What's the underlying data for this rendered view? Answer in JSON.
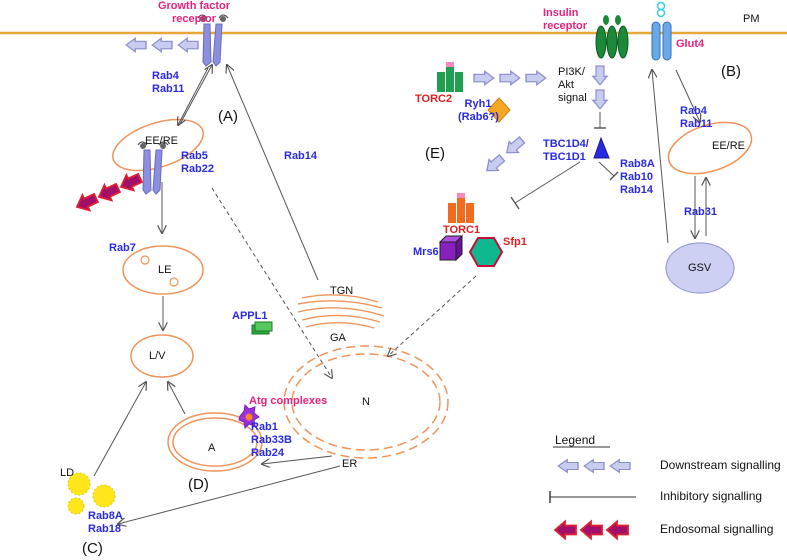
{
  "membrane_label": "PM",
  "receptors": {
    "growth_factor": [
      "Growth factor",
      "receptor"
    ],
    "insulin": [
      "Insulin",
      "receptor"
    ],
    "glut4": "Glut4"
  },
  "panels": {
    "a": "(A)",
    "b": "(B)",
    "c": "(C)",
    "d": "(D)",
    "e": "(E)"
  },
  "rabs": {
    "rab4_rab11_a": [
      "Rab4",
      "Rab11"
    ],
    "rab5_rab22": [
      "Rab5",
      "Rab22"
    ],
    "rab7": "Rab7",
    "rab14_tgn": "Rab14",
    "rab4_rab11_b": [
      "Rab4",
      "Rab11"
    ],
    "rab8a_10_14": [
      "Rab8A",
      "Rab10",
      "Rab14"
    ],
    "rab31": "Rab31",
    "atg_rabs": [
      "Rab1",
      "Rab33B",
      "Rab24"
    ],
    "ld_rabs": [
      "Rab8A",
      "Rab18"
    ]
  },
  "compartments": {
    "ee_re_a": "EE/RE",
    "le": "LE",
    "lv": "L/V",
    "a": "A",
    "ld": "LD",
    "tgn": "TGN",
    "ga": "GA",
    "n": "N",
    "er": "ER",
    "ee_re_b": "EE/RE",
    "gsv": "GSV"
  },
  "proteins": {
    "torc2": "TORC2",
    "ryh1": [
      "Ryh1",
      "(Rab6?)"
    ],
    "pi3k": [
      "PI3K/",
      "Akt",
      "signal"
    ],
    "tbc": [
      "TBC1D4/",
      "TBC1D1"
    ],
    "torc1": "TORC1",
    "mrs6": "Mrs6",
    "sfp1": "Sfp1",
    "appl1": "APPL1",
    "atg": "Atg complexes"
  },
  "legend": {
    "title": "Legend",
    "items": [
      "Downstream signalling",
      "Inhibitory signalling",
      "Endosomal signalling"
    ]
  },
  "colors": {
    "membrane": "#e6a83a",
    "organelle": "#f0935a",
    "receptor": "#8c8ee0",
    "arrow_fill": "#c8ccf0",
    "endosomal_arrow": "#a0106a",
    "label_blue": "#2a2ae0",
    "label_pink": "#e8237a",
    "label_red": "#e02020"
  }
}
